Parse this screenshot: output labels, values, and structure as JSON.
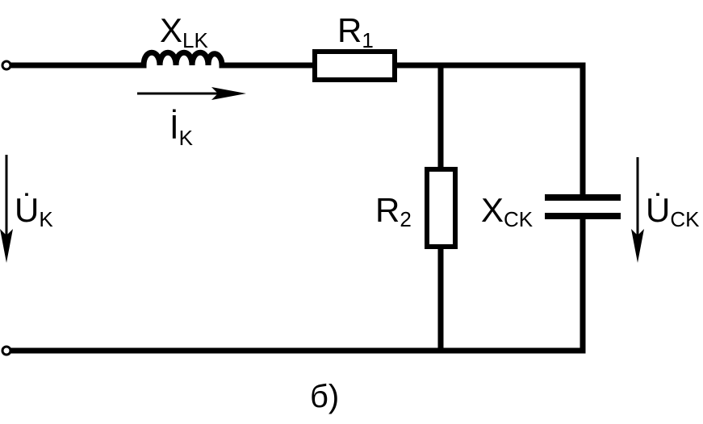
{
  "labels": {
    "inductor": {
      "main": "X",
      "sub": "LK"
    },
    "r1": {
      "main": "R",
      "sub": "1"
    },
    "r2": {
      "main": "R",
      "sub": "2"
    },
    "capacitor": {
      "main": "X",
      "sub": "CK"
    },
    "current": {
      "main": "İ",
      "sub": "K"
    },
    "input_voltage": {
      "main": "U̇",
      "sub": "K"
    },
    "output_voltage": {
      "main": "U̇",
      "sub": "CK"
    }
  },
  "caption": "б)"
}
